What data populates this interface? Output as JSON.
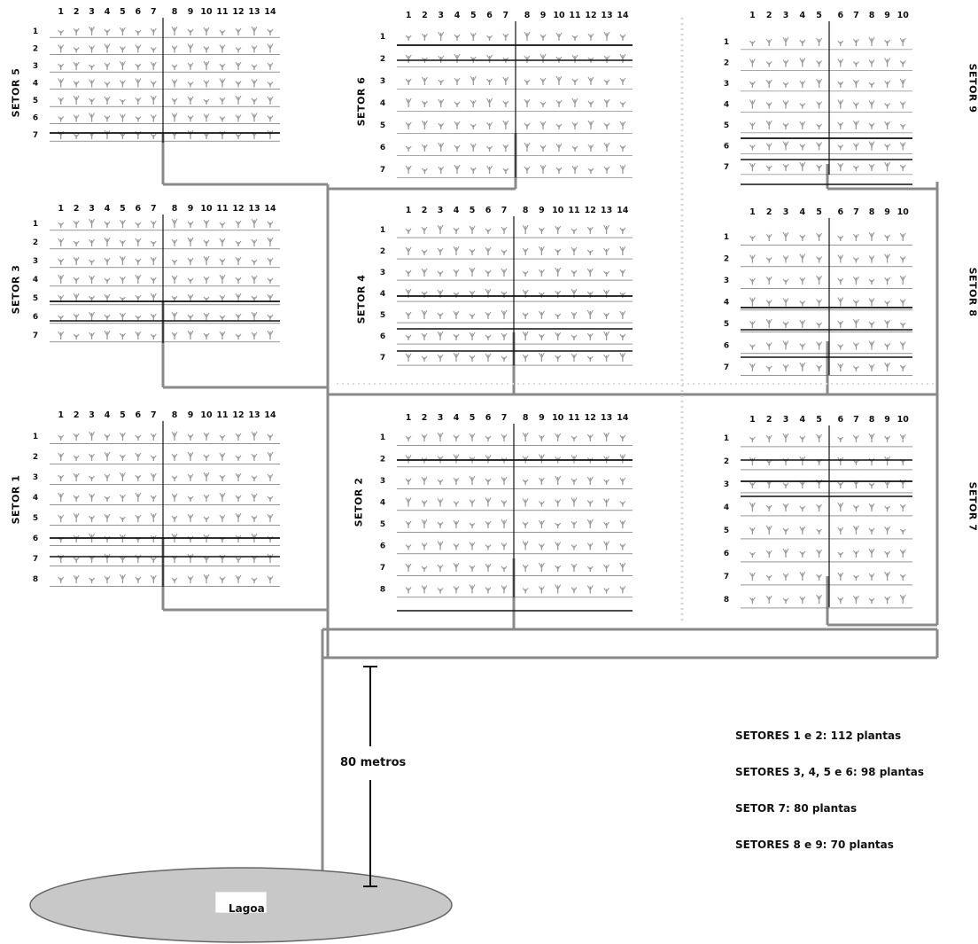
{
  "sectors": [
    {
      "id": "setor-1",
      "label": "SETOR 1",
      "cols": [
        "1",
        "2",
        "3",
        "4",
        "5",
        "6",
        "7",
        "8",
        "9",
        "10",
        "11",
        "12",
        "13",
        "14"
      ],
      "rows": [
        "1",
        "2",
        "3",
        "4",
        "5",
        "6",
        "7",
        "8"
      ]
    },
    {
      "id": "setor-2",
      "label": "SETOR 2",
      "cols": [
        "1",
        "2",
        "3",
        "4",
        "5",
        "6",
        "7",
        "8",
        "9",
        "10",
        "11",
        "12",
        "13",
        "14"
      ],
      "rows": [
        "1",
        "2",
        "3",
        "4",
        "5",
        "6",
        "7",
        "8"
      ]
    },
    {
      "id": "setor-3",
      "label": "SETOR 3",
      "cols": [
        "1",
        "2",
        "3",
        "4",
        "5",
        "6",
        "7",
        "8",
        "9",
        "10",
        "11",
        "12",
        "13",
        "14"
      ],
      "rows": [
        "1",
        "2",
        "3",
        "4",
        "5",
        "6",
        "7"
      ]
    },
    {
      "id": "setor-4",
      "label": "SETOR 4",
      "cols": [
        "1",
        "2",
        "3",
        "4",
        "5",
        "6",
        "7",
        "8",
        "9",
        "10",
        "11",
        "12",
        "13",
        "14"
      ],
      "rows": [
        "1",
        "2",
        "3",
        "4",
        "5",
        "6",
        "7"
      ]
    },
    {
      "id": "setor-5",
      "label": "SETOR 5",
      "cols": [
        "1",
        "2",
        "3",
        "4",
        "5",
        "6",
        "7",
        "8",
        "9",
        "10",
        "11",
        "12",
        "13",
        "14"
      ],
      "rows": [
        "1",
        "2",
        "3",
        "4",
        "5",
        "6",
        "7"
      ]
    },
    {
      "id": "setor-6",
      "label": "SETOR 6",
      "cols": [
        "1",
        "2",
        "3",
        "4",
        "5",
        "6",
        "7",
        "8",
        "9",
        "10",
        "11",
        "12",
        "13",
        "14"
      ],
      "rows": [
        "1",
        "2",
        "3",
        "4",
        "5",
        "6",
        "7"
      ]
    },
    {
      "id": "setor-7",
      "label": "SETOR 7",
      "cols": [
        "1",
        "2",
        "3",
        "4",
        "5",
        "6",
        "7",
        "8",
        "9",
        "10"
      ],
      "rows": [
        "1",
        "2",
        "3",
        "4",
        "5",
        "6",
        "7",
        "8"
      ]
    },
    {
      "id": "setor-8",
      "label": "SETOR 8",
      "cols": [
        "1",
        "2",
        "3",
        "4",
        "5",
        "6",
        "7",
        "8",
        "9",
        "10"
      ],
      "rows": [
        "1",
        "2",
        "3",
        "4",
        "5",
        "6",
        "7"
      ]
    },
    {
      "id": "setor-9",
      "label": "SETOR 9",
      "cols": [
        "1",
        "2",
        "3",
        "4",
        "5",
        "6",
        "7",
        "8",
        "9",
        "10"
      ],
      "rows": [
        "1",
        "2",
        "3",
        "4",
        "5",
        "6",
        "7"
      ]
    }
  ],
  "distance_label": "80 metros",
  "lake_label": "Lagoa",
  "legend": [
    "SETORES 1 e 2: 112 plantas",
    "SETORES 3, 4, 5 e 6: 98 plantas",
    "SETOR 7: 80 plantas",
    "SETORES 8 e 9: 70 plantas"
  ],
  "colors": {
    "pipe": "#8a8a8a",
    "plant": "#9a9a9a",
    "row_line": "#111111",
    "lake_fill": "#c8c8c8",
    "lake_stroke": "#666666"
  }
}
